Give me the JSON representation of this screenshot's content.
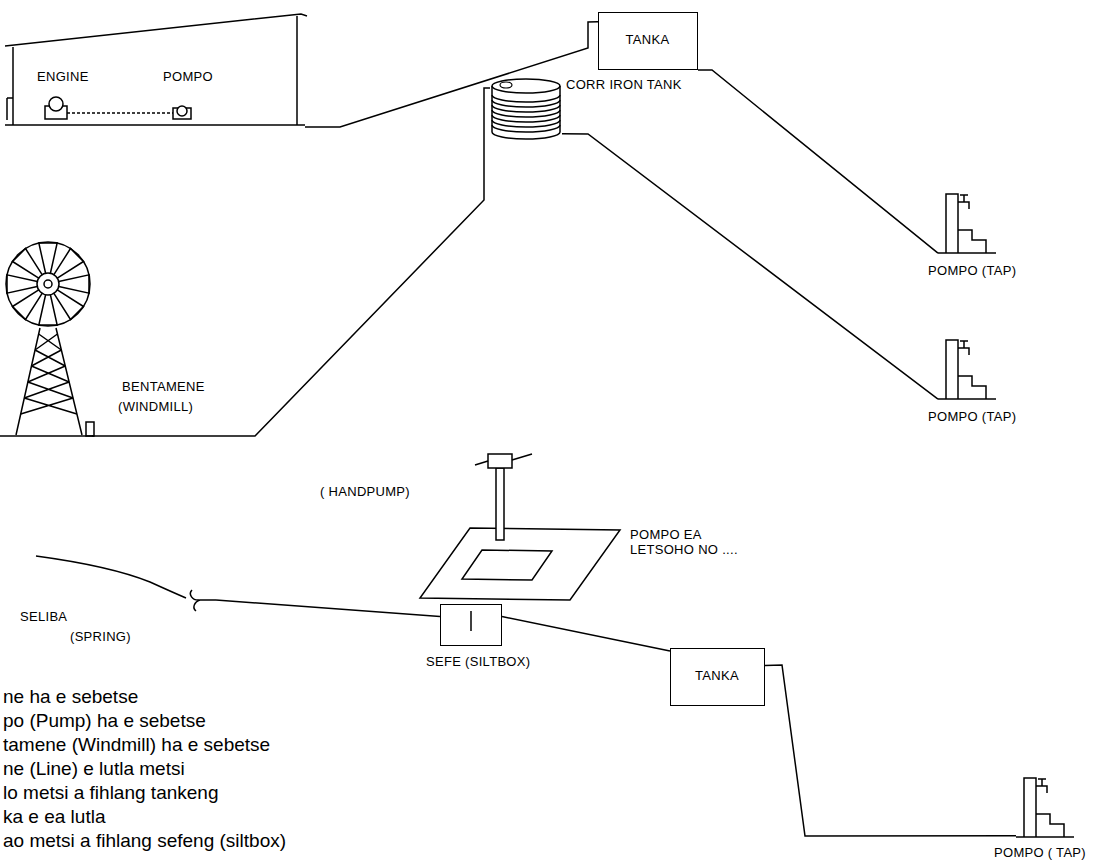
{
  "diagram": {
    "nodes": [
      {
        "text": [
          "ENGINE",
          "POMPO"
        ]
      },
      {
        "text": [
          "TANKA"
        ]
      },
      {
        "text": [
          "POMPO (TAP)"
        ]
      },
      {
        "text": [
          "BENTAMENE",
          "(WINDMILL)"
        ]
      },
      {
        "text": [
          "CORR IRON TANK"
        ]
      },
      {
        "text": [
          "POMPO (TAP)"
        ]
      },
      {
        "text": [
          "( HANDPUMP)",
          "POMPO EA LETSOHO NO ...."
        ]
      },
      {
        "text": [
          "SELIBA",
          "(SPRING)"
        ]
      },
      {
        "text": [
          "SEFE (SILTBOX)"
        ]
      },
      {
        "text": [
          "TANKA"
        ]
      },
      {
        "text": [
          "POMPO ( TAP)"
        ]
      }
    ],
    "edges": [
      {
        "from": 0,
        "to": 1,
        "arrow": "none"
      },
      {
        "from": 1,
        "to": 2,
        "arrow": "none"
      },
      {
        "from": 3,
        "to": 4,
        "arrow": "none"
      },
      {
        "from": 4,
        "to": 5,
        "arrow": "none"
      },
      {
        "from": 7,
        "to": 8,
        "arrow": "none"
      },
      {
        "from": 8,
        "to": 9,
        "arrow": "none"
      },
      {
        "from": 9,
        "to": 10,
        "arrow": "none"
      }
    ],
    "labels": [
      "ne ha e sebetse",
      "po (Pump) ha e sebetse",
      "tamene (Windmill) ha e sebetse",
      "ne (Line) e lutla metsi",
      "lo metsi a fihlang tankeng",
      "ka e ea lutla",
      "ao metsi a fihlang sefeng (siltbox)"
    ]
  }
}
